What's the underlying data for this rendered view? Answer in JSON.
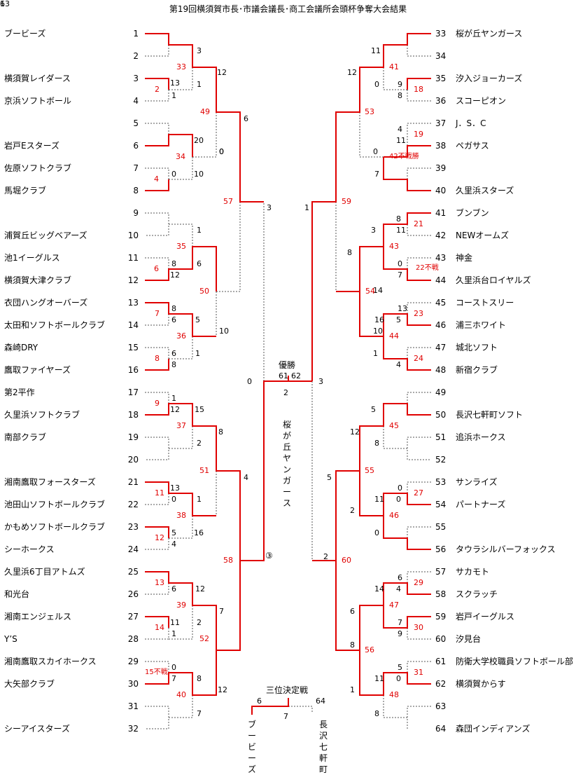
{
  "title": "第19回横須賀市長･市議会議長･商工会議所会頭杯争奪大会結果",
  "teams_left": [
    {
      "seed": "1",
      "name": "ブービーズ"
    },
    {
      "seed": "2",
      "name": ""
    },
    {
      "seed": "3",
      "name": "横須賀レイダース"
    },
    {
      "seed": "4",
      "name": "京浜ソフトボール"
    },
    {
      "seed": "5",
      "name": ""
    },
    {
      "seed": "6",
      "name": "岩戸Eスターズ"
    },
    {
      "seed": "7",
      "name": "佐原ソフトクラブ"
    },
    {
      "seed": "8",
      "name": "馬堀クラブ"
    },
    {
      "seed": "9",
      "name": ""
    },
    {
      "seed": "10",
      "name": "浦賀丘ビッグベアーズ"
    },
    {
      "seed": "11",
      "name": "池1イーグルス"
    },
    {
      "seed": "12",
      "name": "横須賀大津クラブ"
    },
    {
      "seed": "13",
      "name": "衣団ハングオーバーズ"
    },
    {
      "seed": "14",
      "name": "太田和ソフトボールクラブ"
    },
    {
      "seed": "15",
      "name": "森崎DRY"
    },
    {
      "seed": "16",
      "name": "鷹取ファイヤーズ"
    },
    {
      "seed": "17",
      "name": "第2平作"
    },
    {
      "seed": "18",
      "name": "久里浜ソフトクラブ"
    },
    {
      "seed": "19",
      "name": "南部クラブ"
    },
    {
      "seed": "20",
      "name": ""
    },
    {
      "seed": "21",
      "name": "湘南鷹取フォースターズ"
    },
    {
      "seed": "22",
      "name": "池田山ソフトボールクラブ"
    },
    {
      "seed": "23",
      "name": "かもめソフトボールクラブ"
    },
    {
      "seed": "24",
      "name": "シーホークス"
    },
    {
      "seed": "25",
      "name": "久里浜6丁目アトムズ"
    },
    {
      "seed": "26",
      "name": "和光台"
    },
    {
      "seed": "27",
      "name": "湘南エンジェルス"
    },
    {
      "seed": "28",
      "name": "Y’S"
    },
    {
      "seed": "29",
      "name": "湘南鷹取スカイホークス"
    },
    {
      "seed": "30",
      "name": "大矢部クラブ"
    },
    {
      "seed": "31",
      "name": ""
    },
    {
      "seed": "32",
      "name": "シーアイスターズ"
    }
  ],
  "teams_right": [
    {
      "seed": "33",
      "name": "桜が丘ヤンガース"
    },
    {
      "seed": "34",
      "name": ""
    },
    {
      "seed": "35",
      "name": "汐入ジョーカーズ"
    },
    {
      "seed": "36",
      "name": "スコーピオン"
    },
    {
      "seed": "37",
      "name": "J．S．C"
    },
    {
      "seed": "38",
      "name": "ペガサス"
    },
    {
      "seed": "39",
      "name": ""
    },
    {
      "seed": "40",
      "name": "久里浜スターズ"
    },
    {
      "seed": "41",
      "name": "ブンブン"
    },
    {
      "seed": "42",
      "name": "NEWオームズ"
    },
    {
      "seed": "43",
      "name": "神金"
    },
    {
      "seed": "44",
      "name": "久里浜台ロイヤルズ"
    },
    {
      "seed": "45",
      "name": "コーストスリー"
    },
    {
      "seed": "46",
      "name": "浦三ホワイト"
    },
    {
      "seed": "47",
      "name": "城北ソフト"
    },
    {
      "seed": "48",
      "name": "新宿クラブ"
    },
    {
      "seed": "49",
      "name": ""
    },
    {
      "seed": "50",
      "name": "長沢七軒町ソフト"
    },
    {
      "seed": "51",
      "name": "追浜ホークス"
    },
    {
      "seed": "52",
      "name": ""
    },
    {
      "seed": "53",
      "name": "サンライズ"
    },
    {
      "seed": "54",
      "name": "パートナーズ"
    },
    {
      "seed": "55",
      "name": ""
    },
    {
      "seed": "56",
      "name": "タウラシルバーフォックス"
    },
    {
      "seed": "57",
      "name": "サカモト"
    },
    {
      "seed": "58",
      "name": "スクラッチ"
    },
    {
      "seed": "59",
      "name": "岩戸イーグルス"
    },
    {
      "seed": "60",
      "name": "汐見台"
    },
    {
      "seed": "61",
      "name": "防衛大学校職員ソフトボール部"
    },
    {
      "seed": "62",
      "name": "横須賀からす"
    },
    {
      "seed": "63",
      "name": ""
    },
    {
      "seed": "64",
      "name": "森団インディアンズ"
    }
  ],
  "scores": [
    "3",
    "13",
    "1",
    "1",
    "20",
    "0",
    "0",
    "10",
    "1",
    "8",
    "6",
    "12",
    "8",
    "6",
    "5",
    "10",
    "6",
    "8",
    "1",
    "1",
    "12",
    "15",
    "2",
    "13",
    "0",
    "1",
    "5",
    "4",
    "16",
    "7",
    "6",
    "12",
    "11",
    "1",
    "2",
    "0",
    "7",
    "8",
    "12",
    "7",
    "12",
    "0",
    "6",
    "8",
    "4",
    "3",
    "11",
    "12",
    "0",
    "9",
    "8",
    "4",
    "11",
    "0",
    "7",
    "8",
    "11",
    "3",
    "14",
    "0",
    "7",
    "8",
    "13",
    "5",
    "16",
    "1",
    "4",
    "10",
    "5",
    "12",
    "8",
    "0",
    "0",
    "11",
    "2",
    "0",
    "5",
    "6",
    "4",
    "14",
    "7",
    "9",
    "6",
    "8",
    "5",
    "0",
    "11",
    "8",
    "1",
    "2",
    "1",
    "0",
    "3",
    "61",
    "62",
    "2",
    "6",
    "64",
    "7",
    "1",
    "63"
  ],
  "game_numbers": [
    "33",
    "2",
    "49",
    "34",
    "4",
    "57",
    "35",
    "6",
    "50",
    "7",
    "36",
    "8",
    "9",
    "37",
    "51",
    "11",
    "38",
    "12",
    "58",
    "13",
    "39",
    "14",
    "52",
    "15不戦",
    "40",
    "41",
    "18",
    "53",
    "19",
    "42不戦勝",
    "59",
    "21",
    "43",
    "22不戦",
    "54",
    "23",
    "44",
    "24",
    "45",
    "55",
    "27",
    "46",
    "60",
    "29",
    "47",
    "30",
    "56",
    "31",
    "48"
  ],
  "final": {
    "label": "優勝",
    "winner_vertical": "桜が丘ヤンガース",
    "mark": "③"
  },
  "third_place": {
    "label": "三位決定戦",
    "left_team_vertical": "ブービーズ",
    "right_team_vertical": "長沢七軒町"
  }
}
